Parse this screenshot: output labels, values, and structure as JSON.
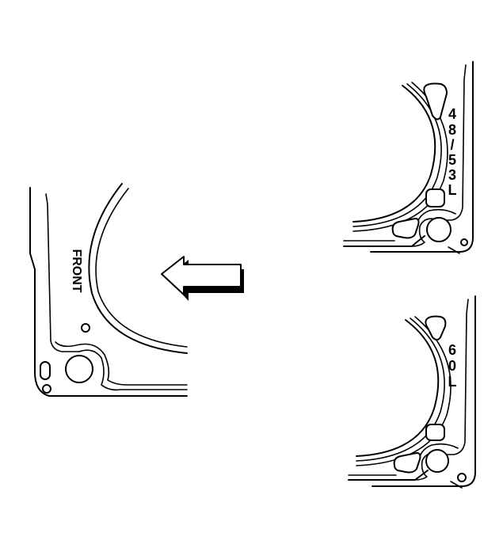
{
  "labels": {
    "front": "FRONT",
    "top_variant_chars": [
      "4",
      "8",
      "/",
      "5",
      "3",
      "L"
    ],
    "bottom_variant_chars": [
      "6",
      "0",
      "L"
    ]
  },
  "colors": {
    "line": "#000000",
    "background": "#ffffff"
  },
  "icons": {
    "direction_arrow": "left-arrow-icon"
  }
}
